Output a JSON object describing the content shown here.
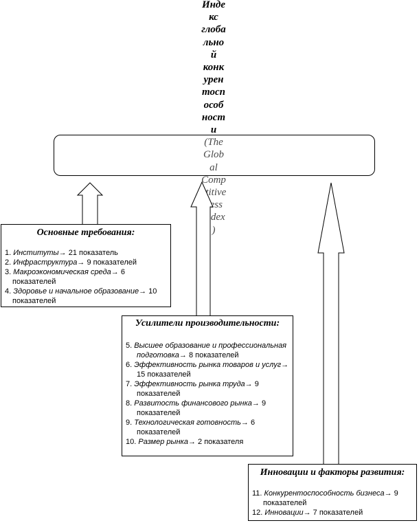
{
  "title": {
    "bold_lines": [
      "Инде",
      "кс",
      "глоба",
      "льно",
      "й",
      "конк",
      "урен",
      "тосп",
      "особ",
      "ност",
      "и"
    ],
    "light_lines": [
      "(The",
      "Glob",
      "al",
      "Comp",
      "etitive",
      "ness",
      "Index",
      ")"
    ]
  },
  "groups": [
    {
      "header": "Основные требования:",
      "items": [
        {
          "num": "1.",
          "name": "Институты",
          "arrow": "→",
          "count": "21 показатель"
        },
        {
          "num": "2.",
          "name": "Инфраструктура",
          "arrow": "→",
          "count": "9 показателей"
        },
        {
          "num": "3.",
          "name": "Макроэкономическая среда",
          "arrow": "→",
          "count": "6 показателей"
        },
        {
          "num": "4.",
          "name": "Здоровье и начальное образование",
          "arrow": "→",
          "count": "10 показателей"
        }
      ]
    },
    {
      "header": "Усилители производительности:",
      "items": [
        {
          "num": "5.",
          "name": "Высшее образование и профессиональная подготовка",
          "arrow": "→",
          "count": "8 показателей"
        },
        {
          "num": "6.",
          "name": "Эффективность рынка товаров и услуг",
          "arrow": "→",
          "count": "15 показателей"
        },
        {
          "num": "7.",
          "name": "Эффективность рынка труда",
          "arrow": "→",
          "count": "9 показателей"
        },
        {
          "num": "8.",
          "name": "Развитость финансового рынка",
          "arrow": "→",
          "count": "9 показателей"
        },
        {
          "num": "9.",
          "name": "Технологическая готовность",
          "arrow": "→",
          "count": "6 показателей"
        },
        {
          "num": "10.",
          "name": "Размер рынка",
          "arrow": "→",
          "count": "2 показателя"
        }
      ]
    },
    {
      "header": "Инновации и факторы развития:",
      "items": [
        {
          "num": "11.",
          "name": "Конкурентоспособность бизнеса",
          "arrow": "→",
          "count": "9 показателей"
        },
        {
          "num": "12.",
          "name": "Инновации",
          "arrow": "→",
          "count": "7 показателей"
        }
      ]
    }
  ]
}
